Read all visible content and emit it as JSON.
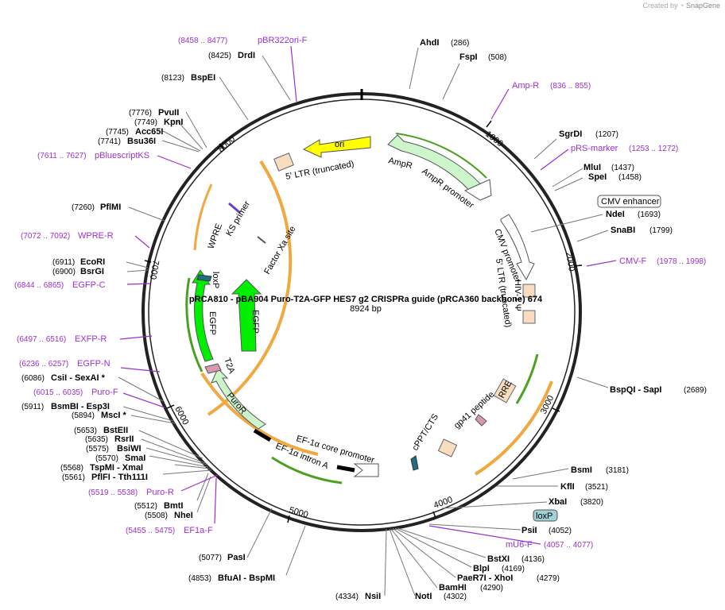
{
  "watermark": {
    "prefix": "Created by",
    "brand": "SnapGene"
  },
  "map": {
    "title": "pRCA810 - pBA904 Puro-T2A-GFP HES7 g2 CRISPRa guide (pRCA360 backbone) 674",
    "length": "8924 bp"
  },
  "ticks": [
    "1000",
    "2000",
    "3000",
    "4000",
    "5000",
    "6000",
    "7000",
    "8000"
  ],
  "sites": [
    {
      "name": "AhdI",
      "pos": "(286)"
    },
    {
      "name": "FspI",
      "pos": "(508)"
    },
    {
      "name": "SgrDI",
      "pos": "(1207)"
    },
    {
      "name": "MluI",
      "pos": "(1437)"
    },
    {
      "name": "SpeI",
      "pos": "(1458)"
    },
    {
      "name": "NdeI",
      "pos": "(1693)"
    },
    {
      "name": "SnaBI",
      "pos": "(1799)"
    },
    {
      "name": "BspQI - SapI",
      "pos": "(2689)"
    },
    {
      "name": "BsmI",
      "pos": "(3181)"
    },
    {
      "name": "KflI",
      "pos": "(3521)"
    },
    {
      "name": "XbaI",
      "pos": "(3820)"
    },
    {
      "name": "PsiI",
      "pos": "(4052)"
    },
    {
      "name": "BstXI",
      "pos": "(4136)"
    },
    {
      "name": "BlpI",
      "pos": "(4169)"
    },
    {
      "name": "PaeR7I - XhoI",
      "pos": "(4279)"
    },
    {
      "name": "BamHI",
      "pos": "(4290)"
    },
    {
      "name": "NotI",
      "pos": "(4302)"
    },
    {
      "name": "NsiI",
      "pos": "(4334)"
    },
    {
      "name": "BfuAI - BspMI",
      "pos": "(4853)"
    },
    {
      "name": "PasI",
      "pos": "(5077)"
    },
    {
      "name": "NheI",
      "pos": "(5508)"
    },
    {
      "name": "BmtI",
      "pos": "(5512)"
    },
    {
      "name": "PflFI - Tth111I",
      "pos": "(5561)"
    },
    {
      "name": "TspMI - XmaI",
      "pos": "(5568)"
    },
    {
      "name": "SmaI",
      "pos": "(5570)"
    },
    {
      "name": "BsiWI",
      "pos": "(5575)"
    },
    {
      "name": "RsrII",
      "pos": "(5635)"
    },
    {
      "name": "BstEII",
      "pos": "(5653)"
    },
    {
      "name": "MscI *",
      "pos": "(5894)"
    },
    {
      "name": "BsmBI - Esp3I",
      "pos": "(5911)"
    },
    {
      "name": "CsiI - SexAI *",
      "pos": "(6086)"
    },
    {
      "name": "BsrGI",
      "pos": "(6900)"
    },
    {
      "name": "EcoRI",
      "pos": "(6911)"
    },
    {
      "name": "PflMI",
      "pos": "(7260)"
    },
    {
      "name": "Bsu36I",
      "pos": "(7741)"
    },
    {
      "name": "Acc65I",
      "pos": "(7745)"
    },
    {
      "name": "KpnI",
      "pos": "(7749)"
    },
    {
      "name": "PvuII",
      "pos": "(7776)"
    },
    {
      "name": "BspEI",
      "pos": "(8123)"
    },
    {
      "name": "DrdI",
      "pos": "(8425)"
    }
  ],
  "primers": [
    {
      "name": "pBR322ori-F",
      "pos": "(8458 .. 8477)"
    },
    {
      "name": "Amp-R",
      "pos": "(836 .. 855)"
    },
    {
      "name": "pRS-marker",
      "pos": "(1253 .. 1272)"
    },
    {
      "name": "CMV-F",
      "pos": "(1978 .. 1998)"
    },
    {
      "name": "mU6-F",
      "pos": "(4057 .. 4077)"
    },
    {
      "name": "EF1a-F",
      "pos": "(5455 .. 5475)"
    },
    {
      "name": "Puro-R",
      "pos": "(5519 .. 5538)"
    },
    {
      "name": "Puro-F",
      "pos": "(6015 .. 6035)"
    },
    {
      "name": "EGFP-N",
      "pos": "(6236 .. 6257)"
    },
    {
      "name": "EXFP-R",
      "pos": "(6497 .. 6516)"
    },
    {
      "name": "EGFP-C",
      "pos": "(6844 .. 6865)"
    },
    {
      "name": "WPRE-R",
      "pos": "(7072 .. 7092)"
    },
    {
      "name": "pBluescriptKS",
      "pos": "(7611 .. 7627)"
    }
  ],
  "features": {
    "ori": "ori",
    "ltr5": "5' LTR (truncated)",
    "ampr": "AmpR",
    "ampr_promoter": "AmpR promoter",
    "cmv_enhancer": "CMV enhancer",
    "cmv_promoter": "CMV promoter",
    "ltr5b": "5' LTR (truncated)",
    "hiv": "HIV-1 Ψ",
    "rre": "RRE",
    "gp41": "gp41 peptide",
    "cppt": "cPPT/CTS",
    "loxp_box": "loxP",
    "ef1a_core": "EF-1α core promoter",
    "ef1a_intron": "EF-1α intron A",
    "puror": "PuroR",
    "t2a": "T2A",
    "egfp1": "EGFP",
    "egfp2": "EGFP",
    "loxp": "loxP",
    "wpre": "WPRE",
    "ks_primer": "KS primer",
    "factor_xa": "Factor Xa site"
  },
  "colors": {
    "backbone": "#222222",
    "primer": "#9b30d0",
    "ori": "#ffff00",
    "ampr": "#ccf5cc",
    "egfp": "#00ee00",
    "ltr": "#f7dcc0",
    "promoter": "#ffffff",
    "intron": "#c8e6a0",
    "loxp": "#a0d0d8",
    "t2a": "#d898b0",
    "orange_arc": "#f0a840"
  }
}
